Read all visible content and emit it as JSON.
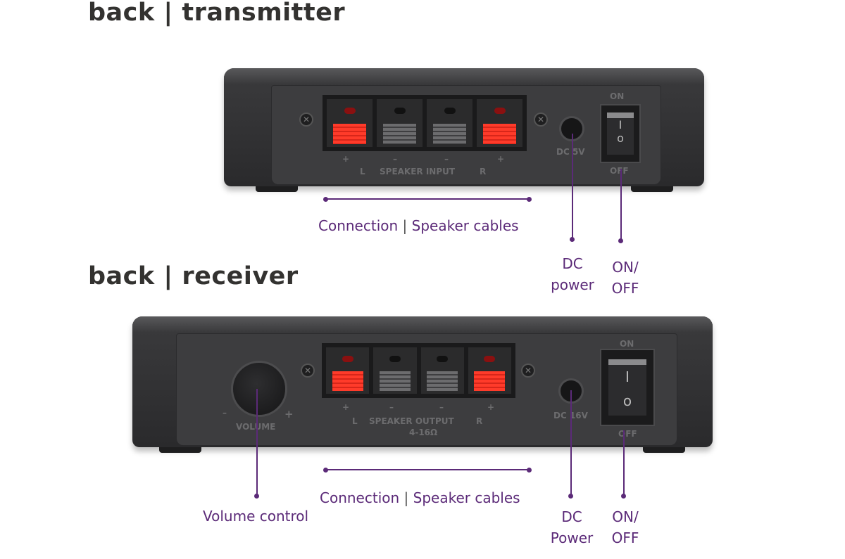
{
  "transmitter": {
    "heading": "back | transmitter",
    "device_print": {
      "terminal_signs": [
        "+",
        "–",
        "–",
        "+"
      ],
      "left": "L",
      "section": "SPEAKER INPUT",
      "right": "R",
      "dc": "DC 5V",
      "on": "ON",
      "off": "OFF"
    },
    "callouts": {
      "connection": "Connection",
      "separator": "|",
      "cables": "Speaker cables",
      "dc_line1": "DC",
      "dc_line2": "power",
      "onoff_line1": "ON/",
      "onoff_line2": "OFF"
    }
  },
  "receiver": {
    "heading": "back | receiver",
    "device_print": {
      "terminal_signs": [
        "+",
        "–",
        "–",
        "+"
      ],
      "left": "L",
      "section": "SPEAKER OUTPUT",
      "impedance": "4-16Ω",
      "right": "R",
      "volume": "VOLUME",
      "minus": "–",
      "plus": "+",
      "dc": "DC 16V",
      "on": "ON",
      "off": "OFF"
    },
    "callouts": {
      "volume": "Volume control",
      "connection": "Connection",
      "separator": "|",
      "cables": "Speaker cables",
      "dc_line1": "DC",
      "dc_line2": "Power",
      "onoff_line1": "ON/",
      "onoff_line2": "OFF"
    }
  },
  "colors": {
    "accent": "#5b2a78",
    "heading": "#333230",
    "terminal_red": "#ff3b2a"
  }
}
